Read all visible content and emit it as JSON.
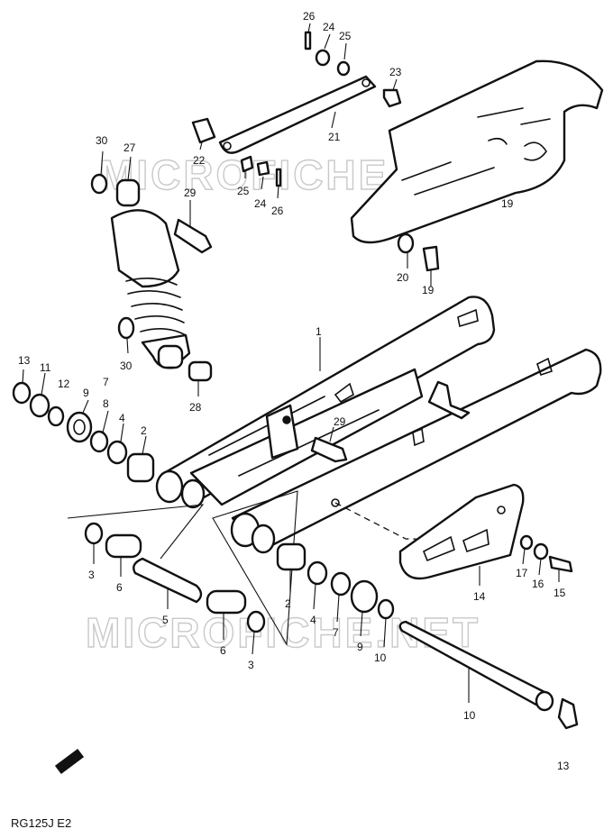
{
  "model_code": "RG125J E2",
  "watermark": "MICROFICHE.NET",
  "callouts": [
    "26",
    "24",
    "25",
    "23",
    "21",
    "22",
    "25",
    "24",
    "26",
    "30",
    "27",
    "29",
    "19",
    "20",
    "19",
    "1",
    "13",
    "11",
    "12",
    "9",
    "7",
    "8",
    "4",
    "2",
    "30",
    "28",
    "29",
    "3",
    "6",
    "5",
    "6",
    "3",
    "2",
    "4",
    "7",
    "9",
    "10",
    "14",
    "17",
    "16",
    "15",
    "10",
    "13"
  ]
}
